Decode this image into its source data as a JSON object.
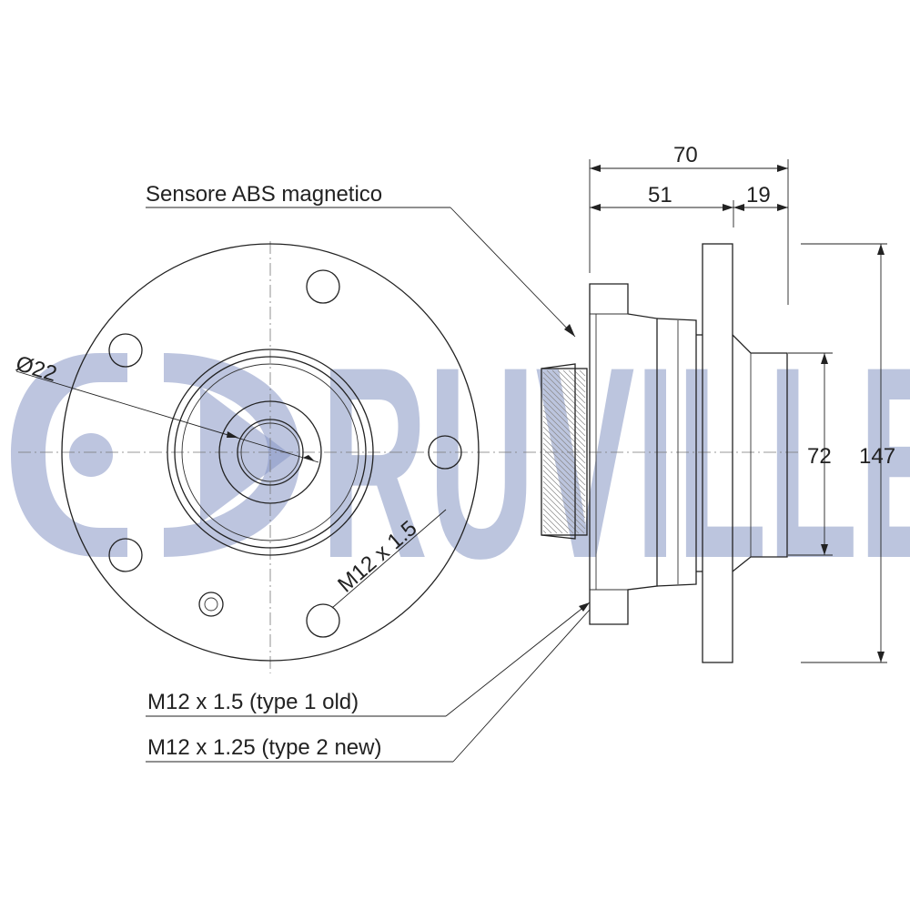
{
  "brand": {
    "name": "RUVILLE",
    "color": "#8796c4"
  },
  "labels": {
    "sensor": "Sensore ABS magnetico",
    "thread_type1": "M12 x 1.5  (type 1 old)",
    "thread_type2": "M12 x 1.25 (type 2 new)",
    "diameter": "Ø22",
    "thread_front": "M12 x 1.5"
  },
  "dimensions": {
    "total_width": "70",
    "hub_width": "51",
    "flange_width": "19",
    "inner_diameter": "72",
    "outer_diameter": "147"
  }
}
